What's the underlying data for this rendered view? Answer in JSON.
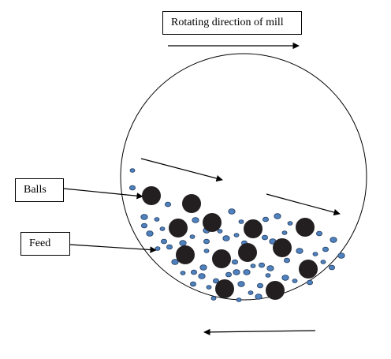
{
  "diagram": {
    "title": "Rotating direction of mill",
    "labels": {
      "balls": "Balls",
      "feed": "Feed"
    },
    "colors": {
      "outline": "#000000",
      "ball": "#231f20",
      "feed": "#4f81bd",
      "feed_stroke": "#1f3a5f"
    }
  }
}
